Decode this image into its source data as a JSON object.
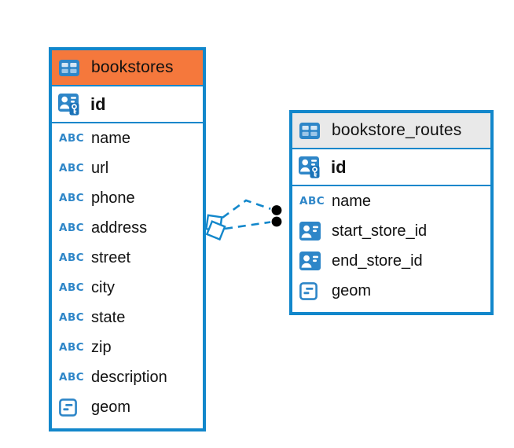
{
  "colors": {
    "accent_blue": "#1287cb",
    "icon_blue": "#2e86c8",
    "orange_header": "#f5783c",
    "gray_header": "#e9e9e9",
    "text": "#111111",
    "relation_endpoint_dot": "#000000"
  },
  "tables": [
    {
      "name": "bookstores",
      "header_icon": "table-icon",
      "primary_key": {
        "name": "id",
        "icon": "primary-key-icon"
      },
      "columns": [
        {
          "name": "name",
          "icon": "text-abc-icon"
        },
        {
          "name": "url",
          "icon": "text-abc-icon"
        },
        {
          "name": "phone",
          "icon": "text-abc-icon"
        },
        {
          "name": "address",
          "icon": "text-abc-icon"
        },
        {
          "name": "street",
          "icon": "text-abc-icon"
        },
        {
          "name": "city",
          "icon": "text-abc-icon"
        },
        {
          "name": "state",
          "icon": "text-abc-icon"
        },
        {
          "name": "zip",
          "icon": "text-abc-icon"
        },
        {
          "name": "description",
          "icon": "text-abc-icon"
        },
        {
          "name": "geom",
          "icon": "geometry-icon"
        }
      ]
    },
    {
      "name": "bookstore_routes",
      "header_icon": "table-icon",
      "primary_key": {
        "name": "id",
        "icon": "primary-key-icon"
      },
      "columns": [
        {
          "name": "name",
          "icon": "text-abc-icon"
        },
        {
          "name": "start_store_id",
          "icon": "person-reference-icon"
        },
        {
          "name": "end_store_id",
          "icon": "person-reference-icon"
        },
        {
          "name": "geom",
          "icon": "geometry-icon"
        }
      ]
    }
  ],
  "relationships": {
    "count": 2,
    "style": "dashed",
    "from_table": "bookstores",
    "to_table": "bookstore_routes"
  },
  "abc_icon_text": "ABC"
}
